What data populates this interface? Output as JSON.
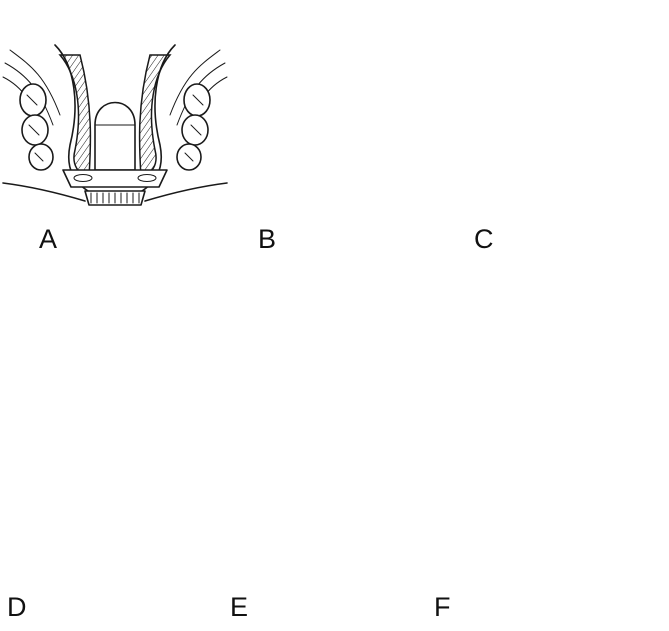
{
  "figure": {
    "panels": [
      {
        "label": "A"
      },
      {
        "label": "B"
      },
      {
        "label": "C"
      },
      {
        "label": "D"
      },
      {
        "label": "E"
      },
      {
        "label": "F"
      }
    ]
  },
  "colors": {
    "ink": "#1a1a1a",
    "background": "#ffffff"
  }
}
